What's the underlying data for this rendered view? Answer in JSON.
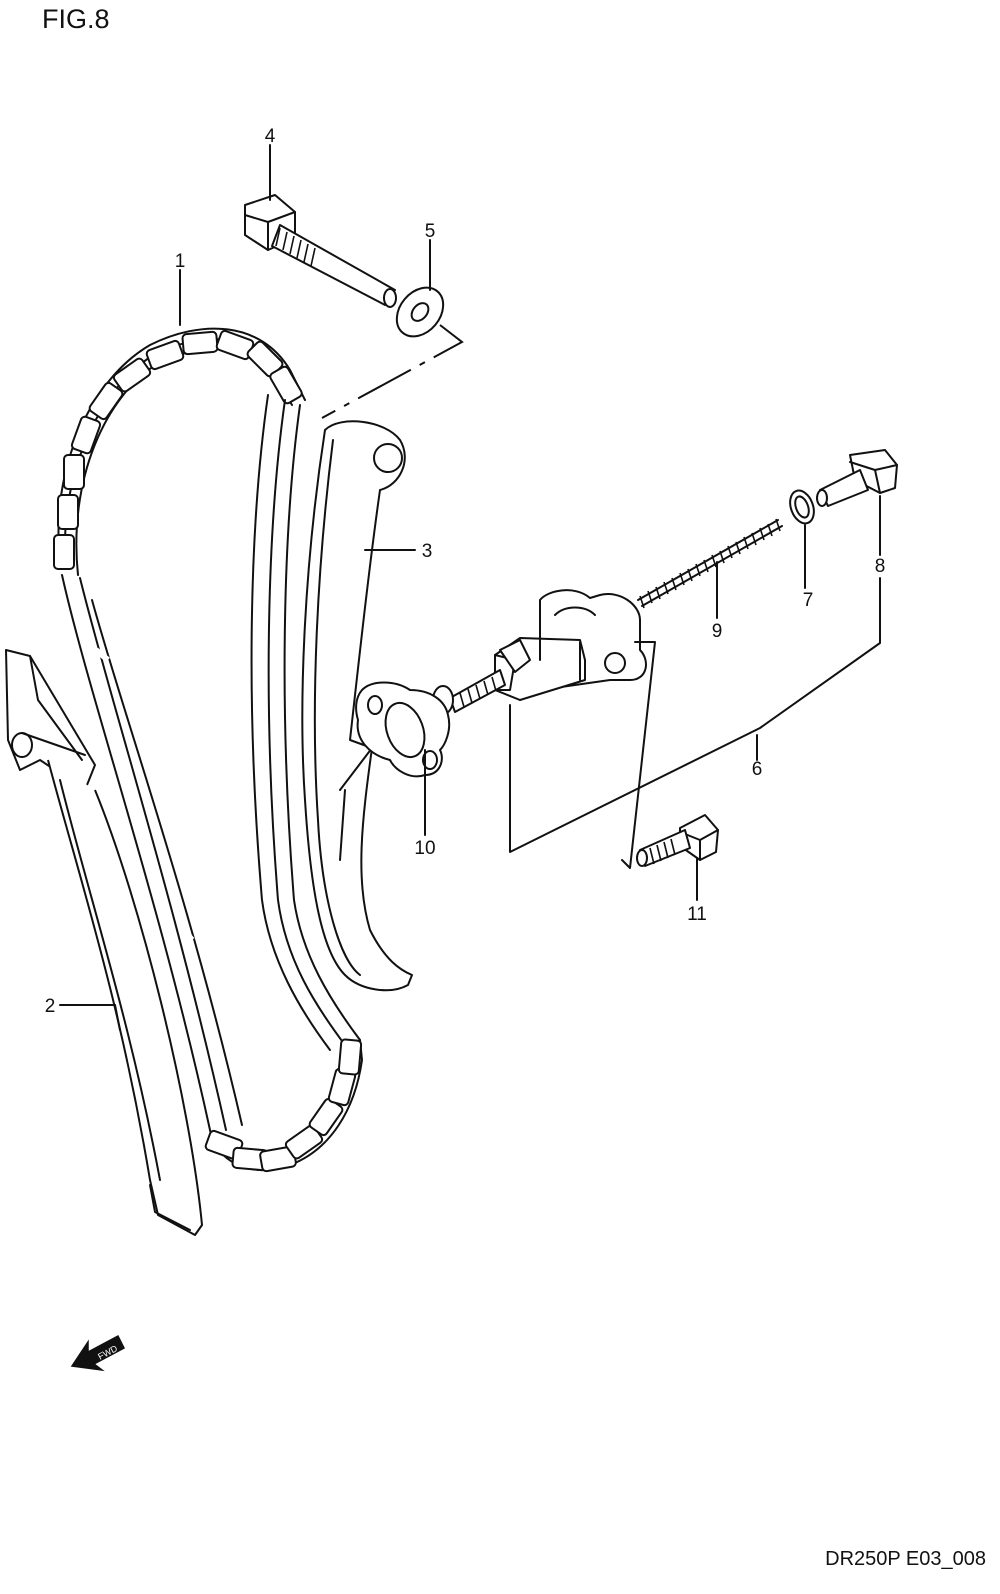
{
  "figure": {
    "title": "FIG.8",
    "code": "DR250P E03_008",
    "fwd_label": "FWD"
  },
  "callouts": [
    {
      "id": "1",
      "label": "1"
    },
    {
      "id": "2",
      "label": "2"
    },
    {
      "id": "3",
      "label": "3"
    },
    {
      "id": "4",
      "label": "4"
    },
    {
      "id": "5",
      "label": "5"
    },
    {
      "id": "6",
      "label": "6"
    },
    {
      "id": "7",
      "label": "7"
    },
    {
      "id": "8",
      "label": "8"
    },
    {
      "id": "9",
      "label": "9"
    },
    {
      "id": "10",
      "label": "10"
    },
    {
      "id": "11",
      "label": "11"
    }
  ]
}
